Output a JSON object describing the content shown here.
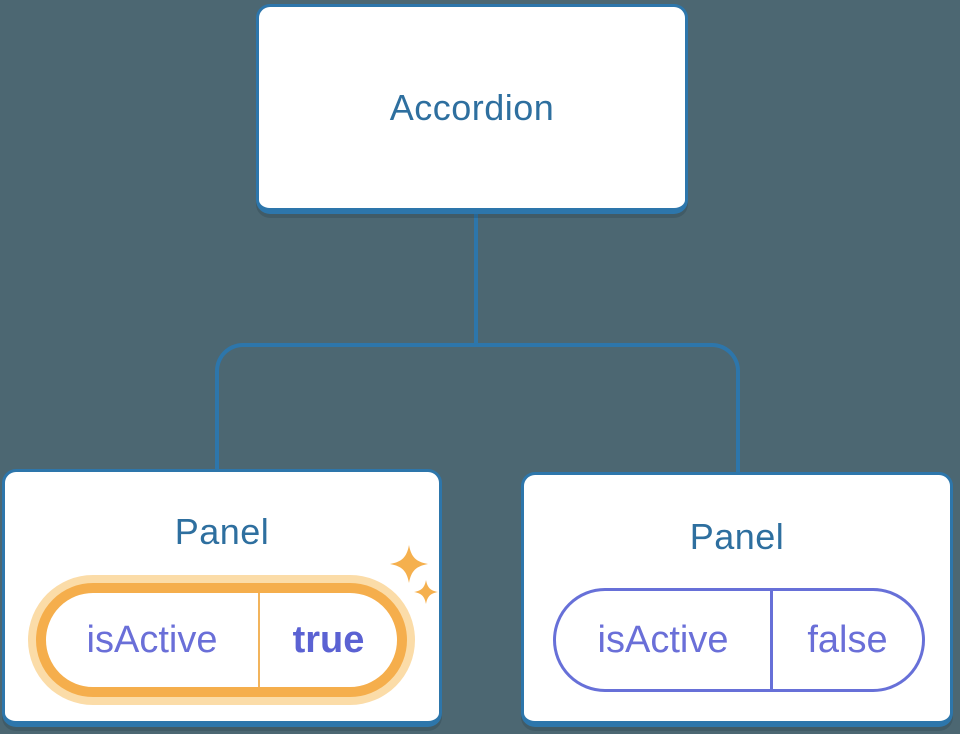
{
  "diagram": {
    "root": {
      "label": "Accordion"
    },
    "children": [
      {
        "label": "Panel",
        "prop": {
          "name": "isActive",
          "value": "true"
        },
        "highlighted": true
      },
      {
        "label": "Panel",
        "prop": {
          "name": "isActive",
          "value": "false"
        },
        "highlighted": false
      }
    ]
  },
  "icons": {
    "sparkles": "four-pointed-star"
  },
  "colors": {
    "background": "#4C6772",
    "node_fill": "#FFFFFF",
    "node_border": "#2D76AB",
    "node_text": "#2E6F9F",
    "prop_text": "#6A6FD8",
    "prop_value_active_text": "#5B62D3",
    "highlight_ring": "#F5AE4C",
    "highlight_glow": "#FBDCA8",
    "sparkle": "#F5B04E"
  }
}
